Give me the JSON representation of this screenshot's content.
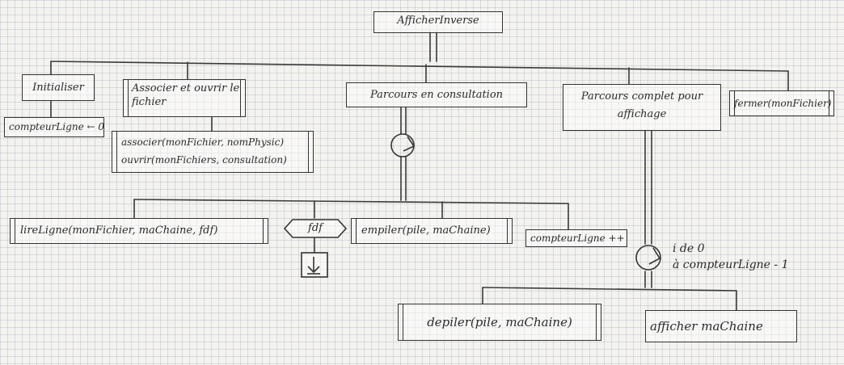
{
  "root": "AfficherInverse",
  "level1": {
    "initialiser": "Initialiser",
    "associer": "Associer et ouvrir le fichier",
    "parcours_consultation": "Parcours en consultation",
    "parcours_complet": "Parcours complet pour affichage",
    "fermer": "fermer(monFichier)"
  },
  "details": {
    "compteur_init": "compteurLigne ← 0",
    "associer_line1": "associer(monFichier, nomPhysic)",
    "associer_line2": "ouvrir(monFichiers, consultation)"
  },
  "consultation_children": {
    "lire": "lireLigne(monFichier, maChaine, fdf)",
    "fdf": "fdf",
    "empiler": "empiler(pile, maChaine)",
    "compteur_inc": "compteurLigne ++"
  },
  "loop_note": {
    "line1": "i de 0",
    "line2": "à compteurLigne - 1"
  },
  "affichage_children": {
    "depiler": "depiler(pile, maChaine)",
    "afficher": "afficher maChaine"
  },
  "colors": {
    "ink": "#333333",
    "grid": "#c8ccd4",
    "paper": "#f4f3ef"
  }
}
